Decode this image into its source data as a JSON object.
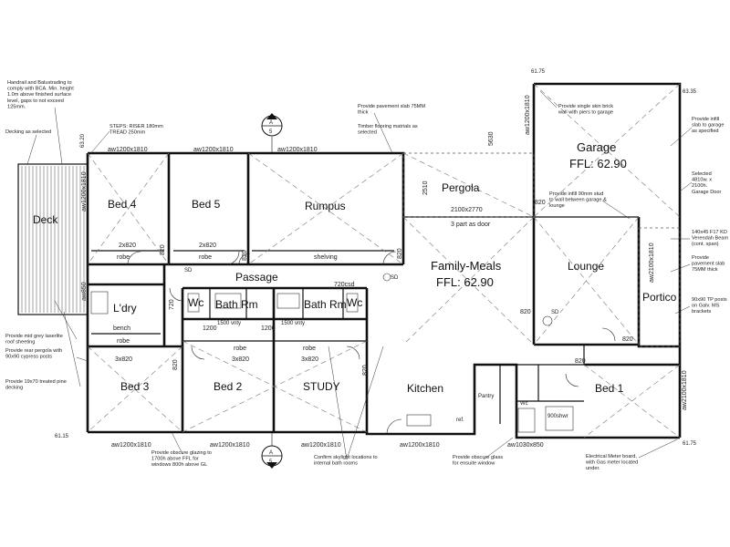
{
  "rooms": {
    "bed4": "Bed 4",
    "bed5": "Bed 5",
    "rumpus": "Rumpus",
    "pergola": "Pergola",
    "garage": "Garage",
    "garage_ffl": "FFL: 62.90",
    "family_meals": "Family-Meals",
    "family_ffl": "FFL: 62.90",
    "lounge": "Lounge",
    "portico": "Portico",
    "passage": "Passage",
    "deck": "Deck",
    "ldry": "L'dry",
    "bath1": "Bath Rm",
    "bath2": "Bath Rm",
    "wc1": "Wc",
    "wc2": "Wc",
    "bed3": "Bed 3",
    "bed2": "Bed 2",
    "study": "STUDY",
    "kitchen": "Kitchen",
    "bed1": "Bed 1",
    "pantry": "Pantry"
  },
  "labels": {
    "aw_top_1": "aw1200x1810",
    "aw_top_2": "aw1200x1810",
    "aw_top_3": "aw1200x1810",
    "aw_bot_1": "aw1200x1810",
    "aw_bot_2": "aw1200x1810",
    "aw_bot_3": "aw1200x1810",
    "aw_bot_4": "aw1200x1810",
    "aw_bot_5": "aw1030x850",
    "aw_left_1": "aw1200x1810",
    "aw_left_2": "aw850",
    "aw_right_1": "aw2100x1810",
    "aw_right_2": "aw2100x1810",
    "aw_garage": "aw1200x1810",
    "robe_bed4": "robe",
    "robe_bed5": "robe",
    "robe_bed3": "robe",
    "robe_bed2": "robe",
    "robe_study": "robe",
    "dim_2x820_a": "2x820",
    "dim_2x820_b": "2x820",
    "dim_3x820_a": "3x820",
    "dim_3x820_b": "3x820",
    "dim_3x820_c": "3x820",
    "shelving": "shelving",
    "bench": "bench",
    "dim_820_a": "820",
    "dim_820_b": "820",
    "dim_820_c": "820",
    "dim_820_d": "820",
    "dim_820_e": "820",
    "dim_820_f": "820",
    "dim_820_g": "820",
    "dim_820_h": "820",
    "dim_820_i": "820",
    "dim_720_a": "720",
    "dim_720_b": "720csd",
    "dim_1200_a": "1200",
    "dim_1200_b": "1200",
    "vanity_1": "1500 vnty",
    "vanity_2": "1500 vnty",
    "dim_5630": "5630",
    "dim_2510": "2510",
    "dim_2100x2770": "2100x2770",
    "part_door": "3 part as door",
    "sd_1": "SD",
    "sd_2": "SD",
    "sd_3": "SD",
    "section_a_top": "A",
    "section_5_top": "5",
    "section_a_bot": "A",
    "section_5_bot": "5",
    "level_1": "61.75",
    "level_2": "63.35",
    "level_3": "61.15",
    "level_4": "63.20",
    "level_5": "61.75",
    "ref": "ref.",
    "ens_wc": "Wc",
    "ens_shwr": "900shwr"
  },
  "notes": {
    "handrail": "Handrail and Balustrading to\ncomply with BCA. Min. height\n1.0m above finished surface\nlevel, gaps to not exceed\n125mm.",
    "decking": "Decking as selected",
    "steps": "STEPS: RISER 180mm\nTREAD 250mm",
    "pavement_slab": "Provide pavement slab 75MM\nthick",
    "timber_flooring": "Timber flooring matrials as\nselected",
    "single_skin": "Provide single skin brick\nwall with piers to garage",
    "infill_slab": "Provide infill\nslab to garage\nas specified",
    "garage_door": "Selected\n4810w. x\n2100h.\nGarage Door",
    "infill_stud": "Provide infill 90mm stud\nto wall between garage &\nlounge",
    "beam": "140x45 F17 KD\nVerendah Beam\n(cont. span)",
    "portico_slab": "Provide\npavement slab\n75MM thick",
    "tp_posts": "90x90 TP posts\non Galv. MS\nbrackets",
    "roof_sheeting": "Provide mid grey laserlite\nroof sheeting",
    "rear_pergola": "Provide rear pergola with\n90x90 cypress posts",
    "pine_decking": "Provide 19x70 treated pine\ndecking",
    "obscure_glazing": "Provide obscure glazing to\n1700h above FFL for\nwindows  800h above GL",
    "skylight": "Confirm skylight locations to\ninternal bath rooms",
    "obscure_glass": "Provide obscure glass\nfor ensuite window",
    "meter_board": "Electrical Meter board,\nwith Gas meter located\nunder."
  }
}
